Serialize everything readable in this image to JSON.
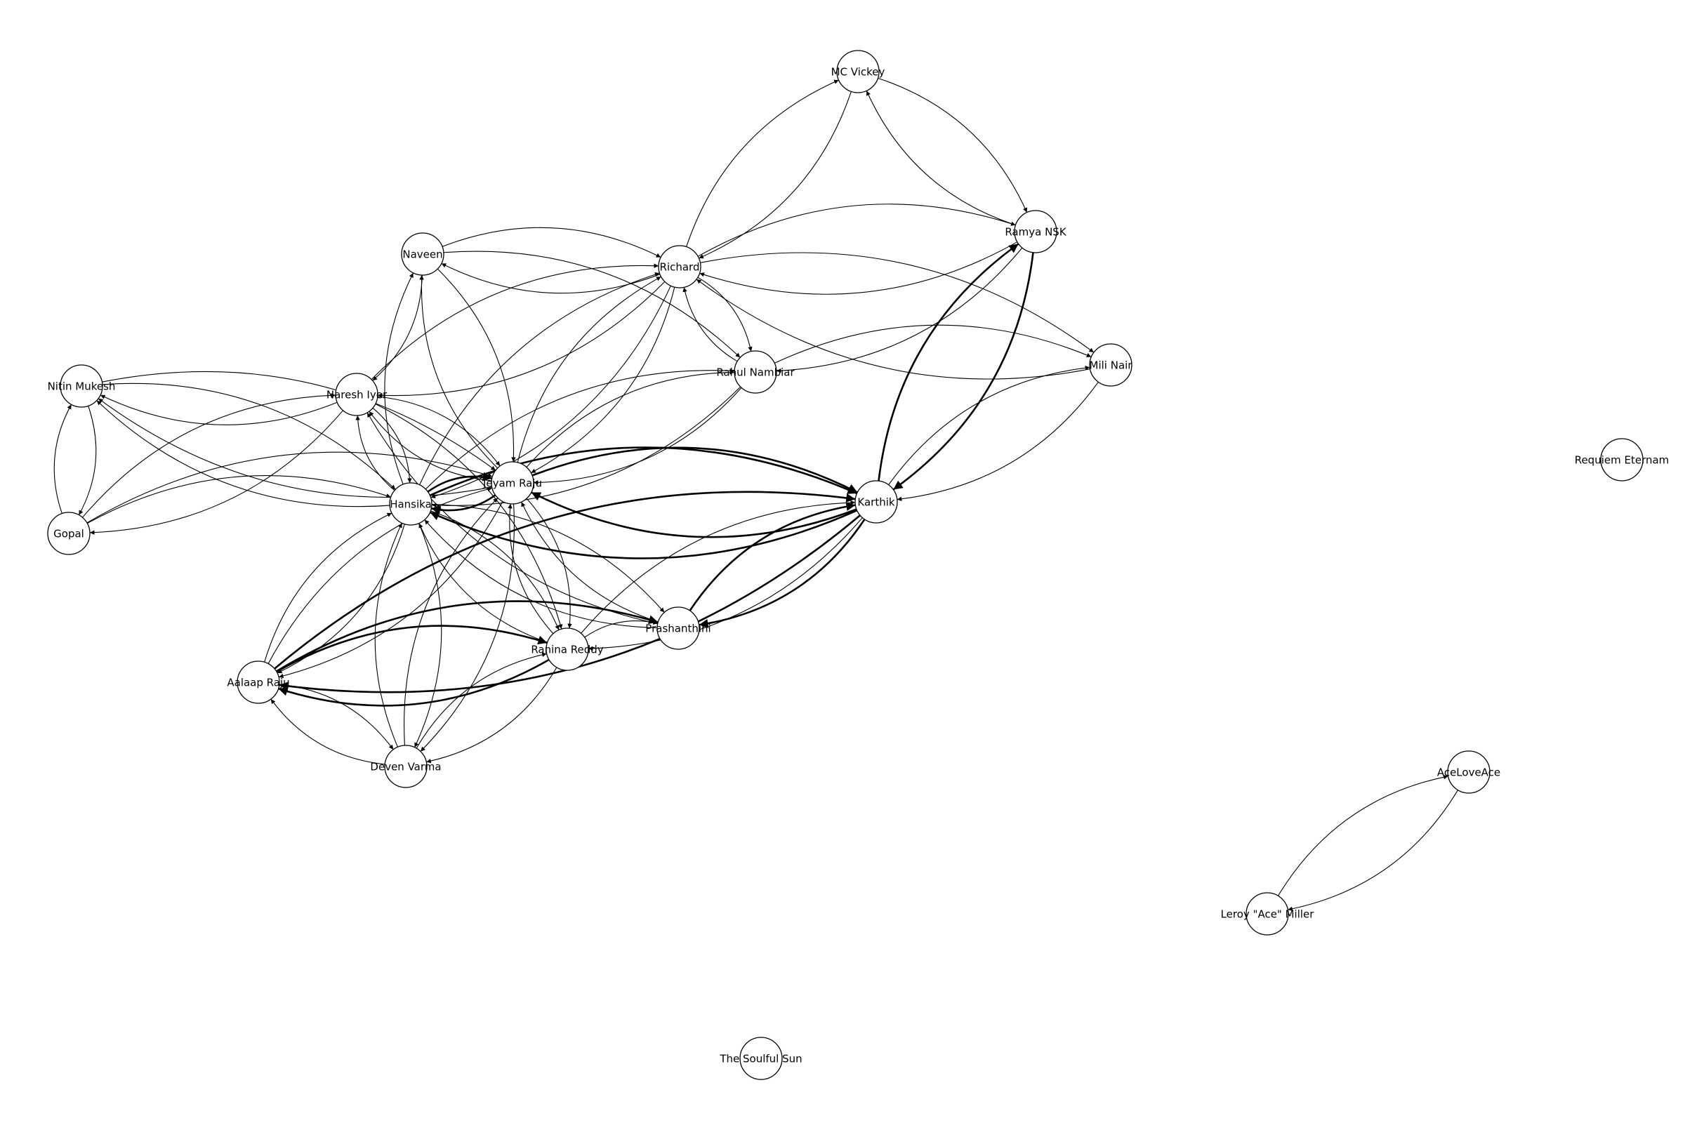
{
  "graph": {
    "type": "directed",
    "colors": {
      "background": "#ffffff",
      "node_fill": "#ffffff",
      "stroke": "#000000",
      "text": "#000000"
    },
    "nodes": [
      {
        "id": "mc-vickey",
        "label": "MC Vickey"
      },
      {
        "id": "ramya-nsk",
        "label": "Ramya NSK"
      },
      {
        "id": "richard",
        "label": "Richard"
      },
      {
        "id": "naveen",
        "label": "Naveen"
      },
      {
        "id": "mili-nair",
        "label": "Mili Nair"
      },
      {
        "id": "rahul-nambiar",
        "label": "Rahul Nambiar"
      },
      {
        "id": "nitin-mukesh",
        "label": "Nitin Mukesh"
      },
      {
        "id": "naresh-iyer",
        "label": "Naresh Iyer"
      },
      {
        "id": "shyam-raju",
        "label": "Jeyam Raju"
      },
      {
        "id": "hansika",
        "label": "Hansika"
      },
      {
        "id": "karthik",
        "label": "Karthik"
      },
      {
        "id": "gopal",
        "label": "Gopal"
      },
      {
        "id": "prashanthini",
        "label": "Prashanthini"
      },
      {
        "id": "ranina-reddy",
        "label": "Ranina Reddy"
      },
      {
        "id": "aalaap-raju",
        "label": "Aalaap Raju"
      },
      {
        "id": "deven-varma",
        "label": "Deven Varma"
      },
      {
        "id": "requiem-eternam",
        "label": "Requiem Eternam"
      },
      {
        "id": "aceloveace",
        "label": "AceLoveAce"
      },
      {
        "id": "leroy-ace-miller",
        "label": "Leroy \"Ace\" Miller"
      },
      {
        "id": "the-soulful-sun",
        "label": "The Soulful Sun"
      }
    ],
    "edges": [
      {
        "from": "richard",
        "to": "mc-vickey"
      },
      {
        "from": "mc-vickey",
        "to": "richard"
      },
      {
        "from": "ramya-nsk",
        "to": "mc-vickey"
      },
      {
        "from": "mc-vickey",
        "to": "ramya-nsk"
      },
      {
        "from": "ramya-nsk",
        "to": "richard"
      },
      {
        "from": "richard",
        "to": "ramya-nsk"
      },
      {
        "from": "richard",
        "to": "naveen"
      },
      {
        "from": "naveen",
        "to": "richard"
      },
      {
        "from": "mili-nair",
        "to": "richard"
      },
      {
        "from": "richard",
        "to": "mili-nair"
      },
      {
        "from": "richard",
        "to": "rahul-nambiar"
      },
      {
        "from": "rahul-nambiar",
        "to": "richard"
      },
      {
        "from": "mili-nair",
        "to": "karthik"
      },
      {
        "from": "karthik",
        "to": "mili-nair"
      },
      {
        "from": "ramya-nsk",
        "to": "karthik",
        "strong": true
      },
      {
        "from": "karthik",
        "to": "ramya-nsk",
        "strong": true
      },
      {
        "from": "ramya-nsk",
        "to": "rahul-nambiar"
      },
      {
        "from": "rahul-nambiar",
        "to": "mili-nair"
      },
      {
        "from": "naveen",
        "to": "shyam-raju"
      },
      {
        "from": "shyam-raju",
        "to": "naveen"
      },
      {
        "from": "naveen",
        "to": "naresh-iyer"
      },
      {
        "from": "naveen",
        "to": "rahul-nambiar"
      },
      {
        "from": "hansika",
        "to": "naveen"
      },
      {
        "from": "richard",
        "to": "naresh-iyer"
      },
      {
        "from": "richard",
        "to": "shyam-raju"
      },
      {
        "from": "shyam-raju",
        "to": "richard"
      },
      {
        "from": "richard",
        "to": "hansika"
      },
      {
        "from": "hansika",
        "to": "richard"
      },
      {
        "from": "nitin-mukesh",
        "to": "gopal"
      },
      {
        "from": "gopal",
        "to": "nitin-mukesh"
      },
      {
        "from": "nitin-mukesh",
        "to": "hansika"
      },
      {
        "from": "nitin-mukesh",
        "to": "shyam-raju"
      },
      {
        "from": "naresh-iyer",
        "to": "nitin-mukesh"
      },
      {
        "from": "shyam-raju",
        "to": "nitin-mukesh"
      },
      {
        "from": "hansika",
        "to": "nitin-mukesh"
      },
      {
        "from": "naresh-iyer",
        "to": "gopal"
      },
      {
        "from": "gopal",
        "to": "naresh-iyer"
      },
      {
        "from": "gopal",
        "to": "shyam-raju"
      },
      {
        "from": "gopal",
        "to": "hansika"
      },
      {
        "from": "naresh-iyer",
        "to": "hansika"
      },
      {
        "from": "hansika",
        "to": "naresh-iyer"
      },
      {
        "from": "naresh-iyer",
        "to": "shyam-raju"
      },
      {
        "from": "shyam-raju",
        "to": "naresh-iyer"
      },
      {
        "from": "hansika",
        "to": "shyam-raju",
        "strong": true
      },
      {
        "from": "shyam-raju",
        "to": "hansika",
        "strong": true
      },
      {
        "from": "karthik",
        "to": "shyam-raju",
        "strong": true
      },
      {
        "from": "shyam-raju",
        "to": "karthik",
        "strong": true
      },
      {
        "from": "karthik",
        "to": "hansika",
        "strong": true
      },
      {
        "from": "hansika",
        "to": "karthik",
        "strong": true
      },
      {
        "from": "prashanthini",
        "to": "karthik",
        "strong": true
      },
      {
        "from": "karthik",
        "to": "prashanthini",
        "strong": true
      },
      {
        "from": "aalaap-raju",
        "to": "karthik",
        "strong": true
      },
      {
        "from": "karthik",
        "to": "aalaap-raju",
        "strong": true
      },
      {
        "from": "hansika",
        "to": "ranina-reddy"
      },
      {
        "from": "ranina-reddy",
        "to": "hansika"
      },
      {
        "from": "shyam-raju",
        "to": "ranina-reddy"
      },
      {
        "from": "ranina-reddy",
        "to": "shyam-raju"
      },
      {
        "from": "prashanthini",
        "to": "shyam-raju"
      },
      {
        "from": "prashanthini",
        "to": "hansika"
      },
      {
        "from": "hansika",
        "to": "prashanthini"
      },
      {
        "from": "prashanthini",
        "to": "naresh-iyer"
      },
      {
        "from": "aalaap-raju",
        "to": "hansika"
      },
      {
        "from": "hansika",
        "to": "aalaap-raju"
      },
      {
        "from": "aalaap-raju",
        "to": "shyam-raju"
      },
      {
        "from": "shyam-raju",
        "to": "aalaap-raju"
      },
      {
        "from": "aalaap-raju",
        "to": "ranina-reddy",
        "strong": true
      },
      {
        "from": "ranina-reddy",
        "to": "aalaap-raju",
        "strong": true
      },
      {
        "from": "aalaap-raju",
        "to": "prashanthini",
        "strong": true
      },
      {
        "from": "deven-varma",
        "to": "hansika"
      },
      {
        "from": "hansika",
        "to": "deven-varma"
      },
      {
        "from": "deven-varma",
        "to": "shyam-raju"
      },
      {
        "from": "shyam-raju",
        "to": "deven-varma"
      },
      {
        "from": "deven-varma",
        "to": "ranina-reddy"
      },
      {
        "from": "ranina-reddy",
        "to": "deven-varma"
      },
      {
        "from": "aalaap-raju",
        "to": "deven-varma"
      },
      {
        "from": "deven-varma",
        "to": "aalaap-raju"
      },
      {
        "from": "ranina-reddy",
        "to": "prashanthini"
      },
      {
        "from": "ranina-reddy",
        "to": "karthik"
      },
      {
        "from": "karthik",
        "to": "ranina-reddy"
      },
      {
        "from": "shyam-raju",
        "to": "rahul-nambiar"
      },
      {
        "from": "rahul-nambiar",
        "to": "shyam-raju"
      },
      {
        "from": "hansika",
        "to": "rahul-nambiar"
      },
      {
        "from": "rahul-nambiar",
        "to": "hansika"
      },
      {
        "from": "naresh-iyer",
        "to": "richard"
      },
      {
        "from": "naresh-iyer",
        "to": "ranina-reddy"
      },
      {
        "from": "aceloveace",
        "to": "leroy-ace-miller"
      },
      {
        "from": "leroy-ace-miller",
        "to": "aceloveace"
      }
    ]
  }
}
